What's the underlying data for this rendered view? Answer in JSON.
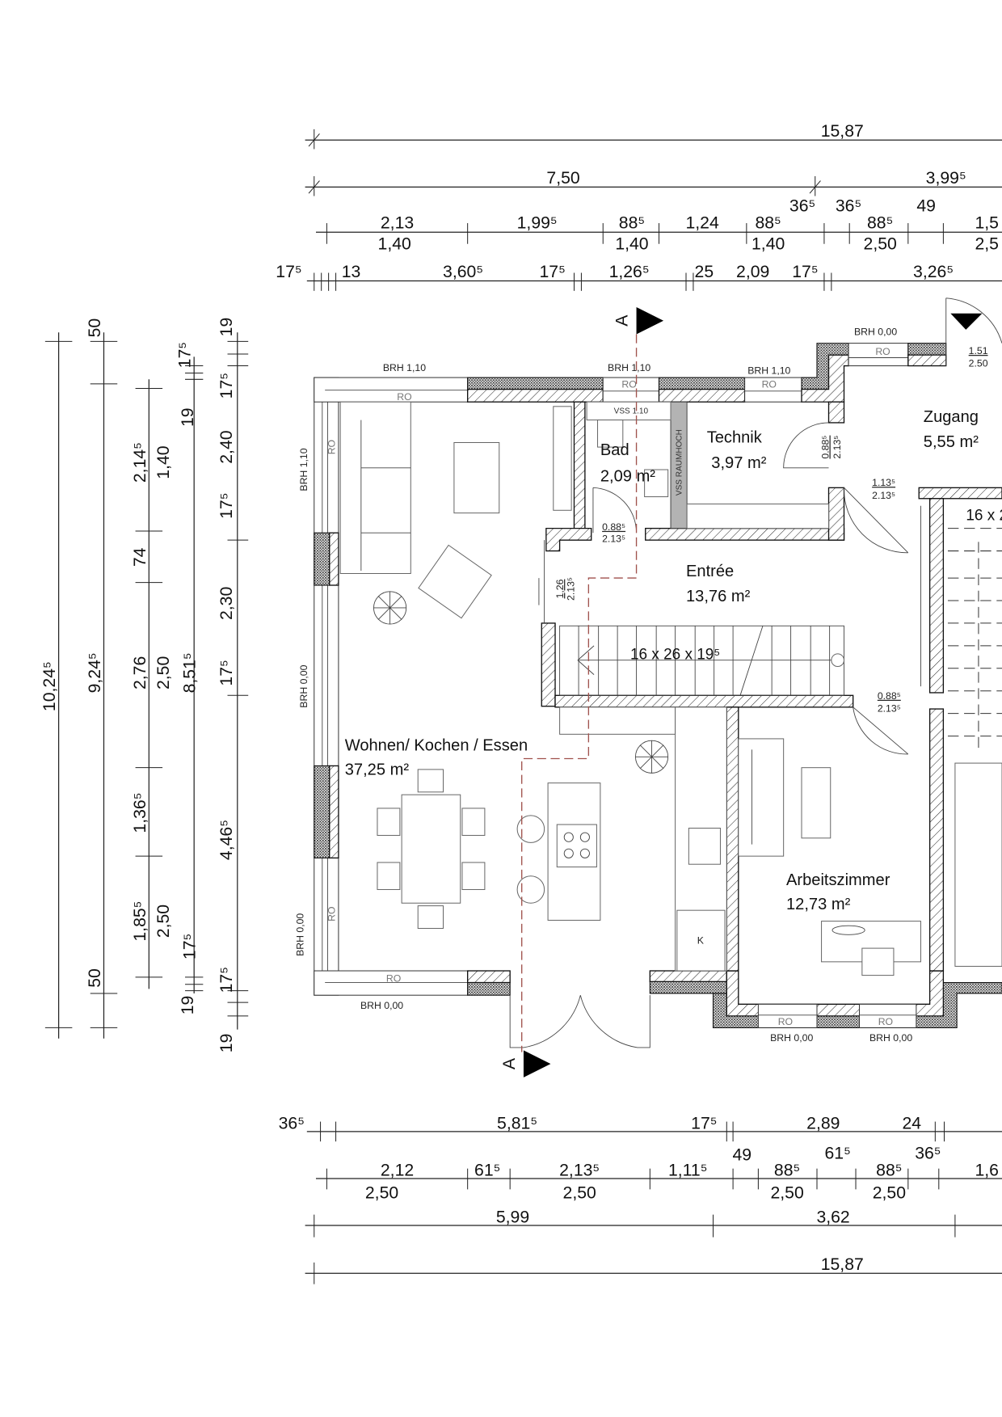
{
  "rooms": {
    "bad": {
      "name": "Bad",
      "area": "2,09 m²"
    },
    "technik": {
      "name": "Technik",
      "area": "3,97 m²"
    },
    "zugang": {
      "name": "Zugang",
      "area": "5,55 m²"
    },
    "entree": {
      "name": "Entrée",
      "area": "13,76 m²"
    },
    "wohnen": {
      "name": "Wohnen/ Kochen / Essen",
      "area": "37,25 m²"
    },
    "arbeitszimmer": {
      "name": "Arbeitszimmer",
      "area": "12,73 m²"
    }
  },
  "stairs": {
    "main": "16 x 26 x 19⁵",
    "right": "16 x 2"
  },
  "section_marker": "A",
  "labels": {
    "brh_110": "BRH 1,10",
    "brh_000": "BRH 0,00",
    "ro": "RO",
    "vss_110": "VSS 1.10",
    "vss_raumhoch": "VSS RAUMHOCH",
    "fridge": "K"
  },
  "doors": {
    "bad": {
      "w": "0.88⁵",
      "h": "2.13⁵"
    },
    "technik": {
      "w": "0.88⁵",
      "h": "2.13⁵"
    },
    "zugang": {
      "w": "1.13⁵",
      "h": "2.13⁵"
    },
    "entree_left": {
      "w": "1,26",
      "h": "2.13⁵"
    },
    "arbeitszimmer": {
      "w": "0.88⁵",
      "h": "2.13⁵"
    },
    "entrance_top": {
      "w": "1.51",
      "h": "2.50"
    }
  },
  "dimensions": {
    "top": [
      "15,87",
      "7,50",
      "3,99⁵",
      "2,13",
      "1,40",
      "1,99⁵",
      "88⁵",
      "1,40",
      "1,24",
      "88⁵",
      "1,40",
      "36⁵",
      "36⁵",
      "88⁵",
      "2,50",
      "49",
      "1,5",
      "2,5",
      "17⁵",
      "13",
      "3,60⁵",
      "17⁵",
      "1,26⁵",
      "25",
      "2,09",
      "17⁵",
      "3,26⁵"
    ],
    "bottom": [
      "36⁵",
      "5,81⁵",
      "17⁵",
      "2,89",
      "24",
      "49",
      "61⁵",
      "36⁵",
      "2,12",
      "2,50",
      "61⁵",
      "2,13⁵",
      "2,50",
      "1,11⁵",
      "88⁵",
      "2,50",
      "88⁵",
      "2,50",
      "1,6",
      "5,99",
      "3,62",
      "15,87"
    ],
    "left": [
      "10,24⁵",
      "50",
      "9,24⁵",
      "50",
      "2,14⁵",
      "1,40",
      "74",
      "2,76",
      "2,50",
      "1,36⁵",
      "1,85⁵",
      "2,50",
      "17⁵",
      "19",
      "8,51⁵",
      "17⁵",
      "19",
      "19",
      "17⁵",
      "2,40",
      "17⁵",
      "2,30",
      "17⁵",
      "4,46⁵",
      "17⁵",
      "19"
    ]
  },
  "colors": {
    "section_line": "#a0524d",
    "vss": "#b3b3b3"
  }
}
